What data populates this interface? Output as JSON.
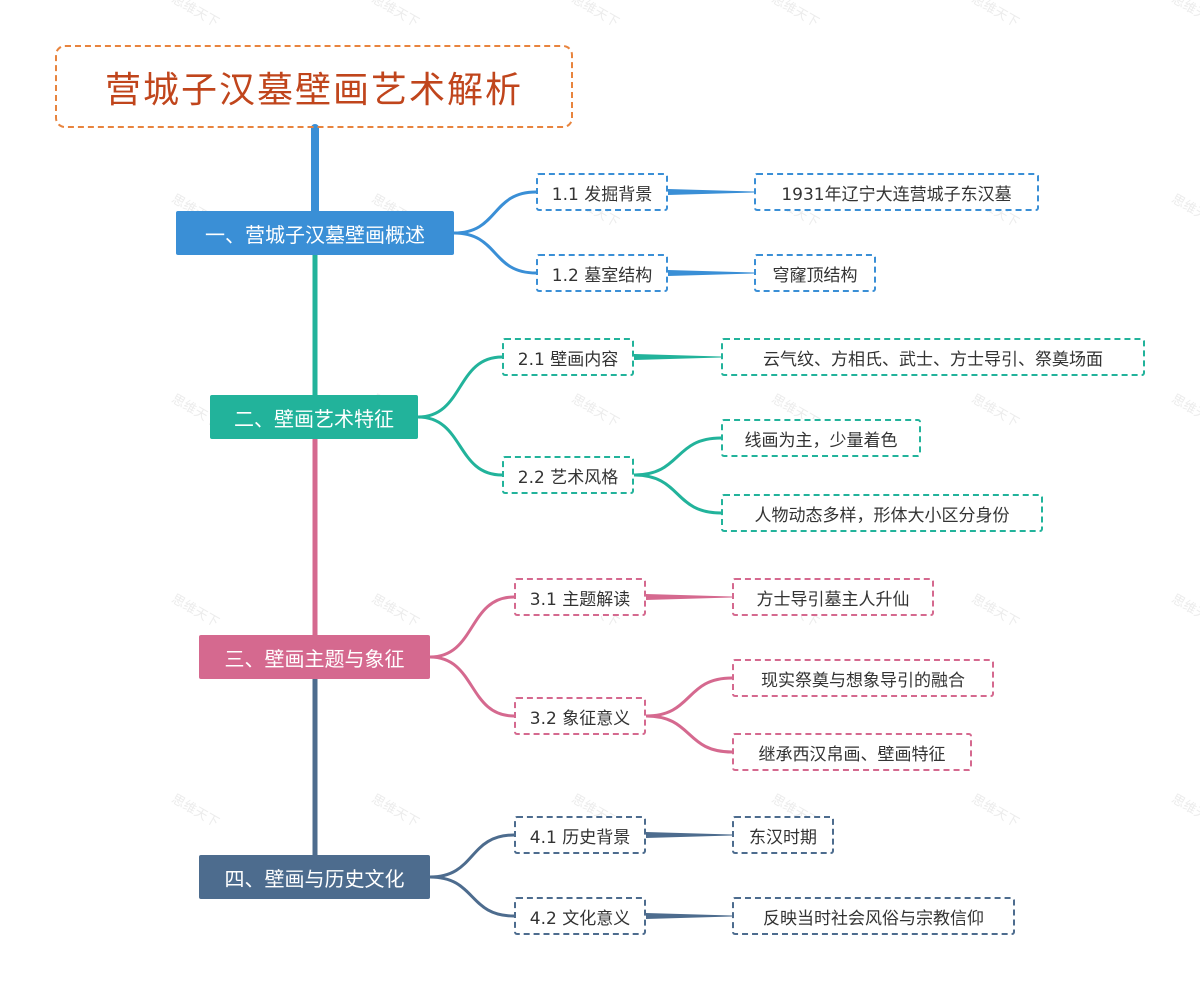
{
  "colors": {
    "root_border": "#e8843e",
    "root_text": "#c0451c",
    "branch1": "#3a8fd6",
    "branch2": "#22b39b",
    "branch3": "#d5698f",
    "branch4": "#4d6c8e"
  },
  "root": {
    "title": "营城子汉墓壁画艺术解析"
  },
  "branches": [
    {
      "label": "一、营城子汉墓壁画概述",
      "subs": [
        {
          "label": "1.1 发掘背景",
          "leaves": [
            "1931年辽宁大连营城子东汉墓"
          ]
        },
        {
          "label": "1.2 墓室结构",
          "leaves": [
            "穹窿顶结构"
          ]
        }
      ]
    },
    {
      "label": "二、壁画艺术特征",
      "subs": [
        {
          "label": "2.1 壁画内容",
          "leaves": [
            "云气纹、方相氏、武士、方士导引、祭奠场面"
          ]
        },
        {
          "label": "2.2 艺术风格",
          "leaves": [
            "线画为主，少量着色",
            "人物动态多样，形体大小区分身份"
          ]
        }
      ]
    },
    {
      "label": "三、壁画主题与象征",
      "subs": [
        {
          "label": "3.1 主题解读",
          "leaves": [
            "方士导引墓主人升仙"
          ]
        },
        {
          "label": "3.2 象征意义",
          "leaves": [
            "现实祭奠与想象导引的融合",
            "继承西汉帛画、壁画特征"
          ]
        }
      ]
    },
    {
      "label": "四、壁画与历史文化",
      "subs": [
        {
          "label": "4.1 历史背景",
          "leaves": [
            "东汉时期"
          ]
        },
        {
          "label": "4.2 文化意义",
          "leaves": [
            "反映当时社会风俗与宗教信仰"
          ]
        }
      ]
    }
  ],
  "watermark": "思维天下"
}
